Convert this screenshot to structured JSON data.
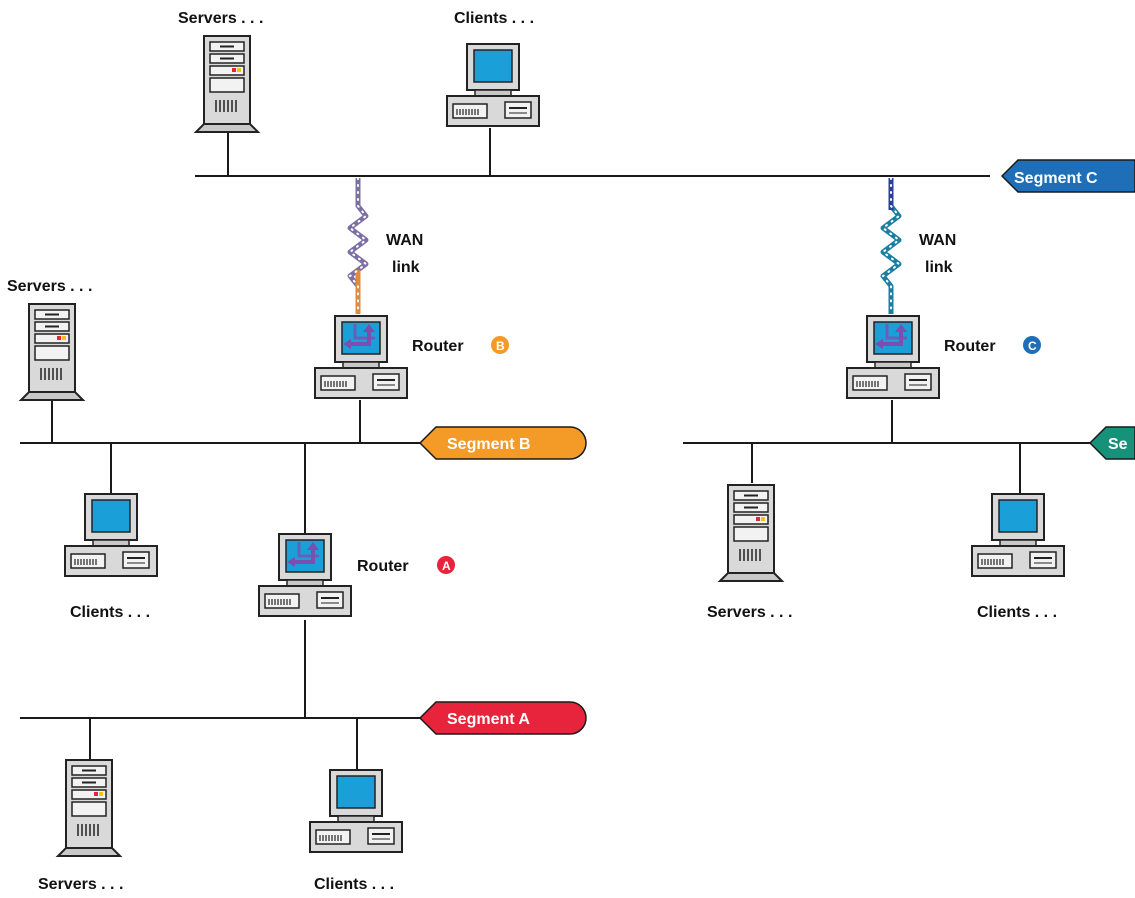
{
  "colors": {
    "segment_a": "#e8243c",
    "segment_b": "#f49a26",
    "segment_c": "#1f6fb8",
    "segment_d": "#17927a",
    "screen": "#1b9fd8",
    "case": "#d9d9d9",
    "router_arrow": "#7a4fb0"
  },
  "top": {
    "servers_label": "Servers . . .",
    "clients_label": "Clients . . ."
  },
  "segments": {
    "c": {
      "label": "Segment C"
    },
    "b": {
      "label": "Segment B"
    },
    "d": {
      "label": "Se"
    },
    "a": {
      "label": "Segment A"
    }
  },
  "wan": {
    "left": {
      "line1": "WAN",
      "line2": "link"
    },
    "right": {
      "line1": "WAN",
      "line2": "link"
    }
  },
  "routers": {
    "b": {
      "label": "Router",
      "badge": "B"
    },
    "c": {
      "label": "Router",
      "badge": "C"
    },
    "a": {
      "label": "Router",
      "badge": "A"
    }
  },
  "segment_b_nodes": {
    "servers_label": "Servers . . .",
    "clients_label": "Clients . . ."
  },
  "segment_d_nodes": {
    "servers_label": "Servers . . .",
    "clients_label": "Clients . . ."
  },
  "segment_a_nodes": {
    "servers_label": "Servers . . .",
    "clients_label": "Clients . . ."
  }
}
